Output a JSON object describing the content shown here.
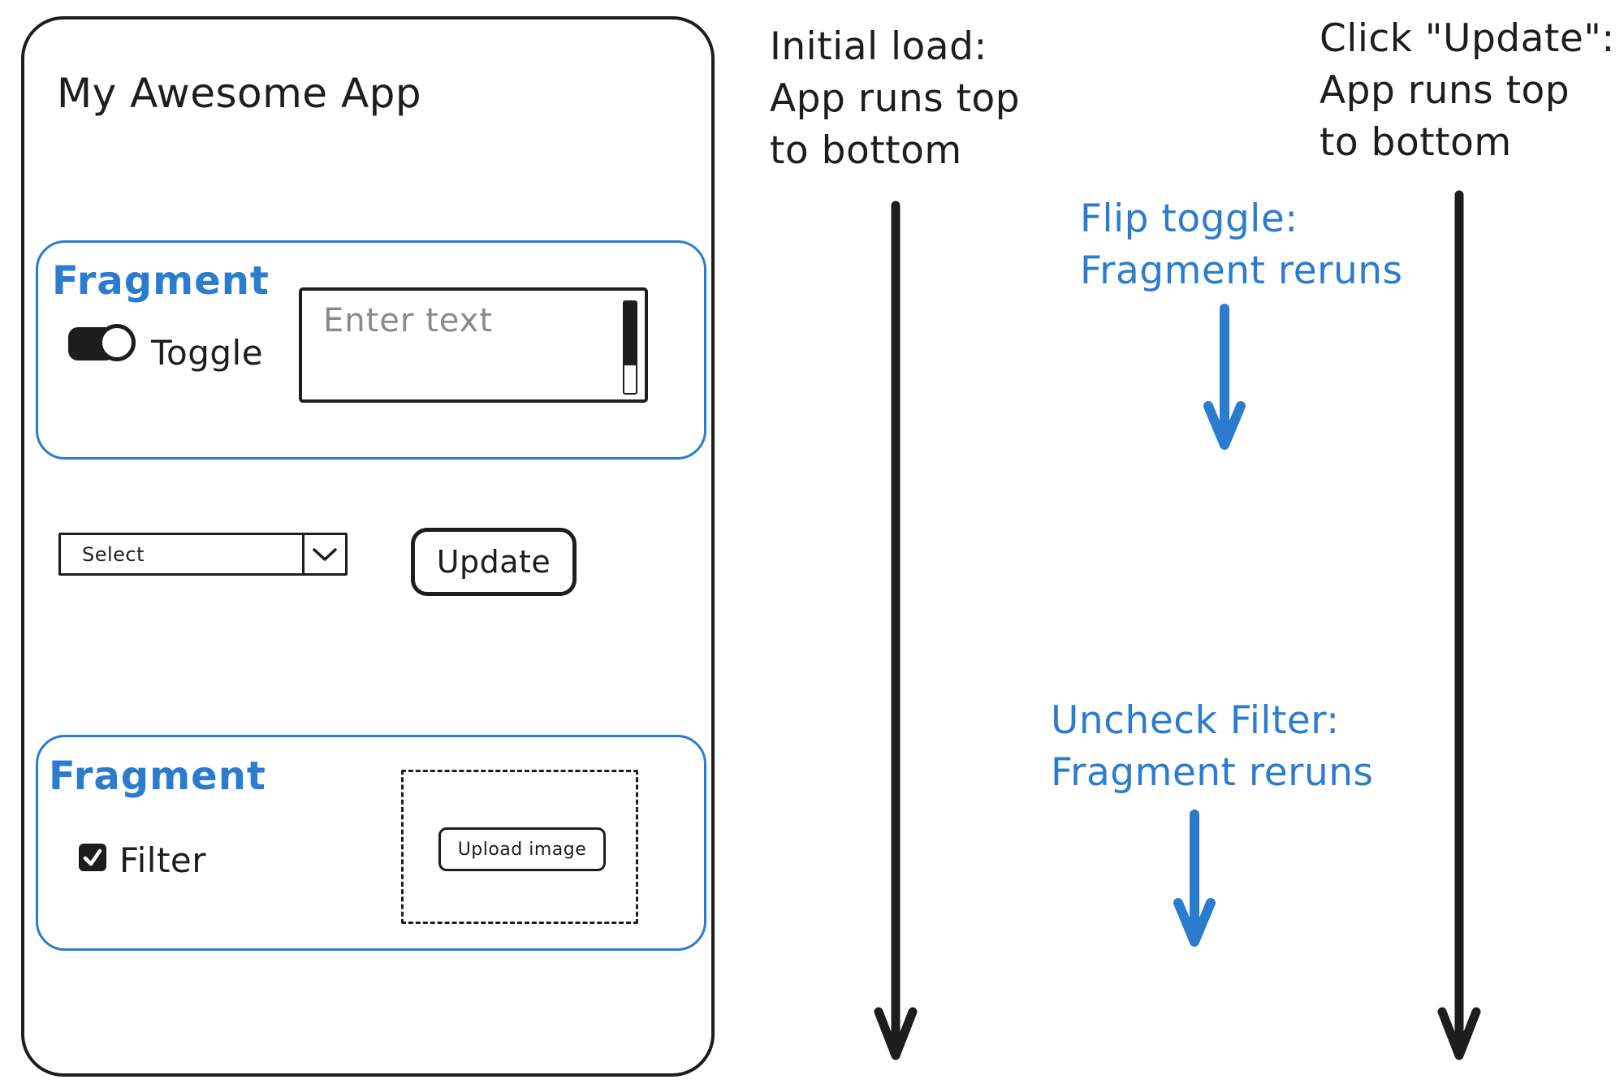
{
  "colors": {
    "ink": "#1d1d1d",
    "accent_blue": "#2b7bce",
    "placeholder_gray": "#8a8a8a",
    "background": "#ffffff"
  },
  "app_window": {
    "title": "My Awesome App",
    "fragment_top": {
      "label": "Fragment",
      "toggle": {
        "label": "Toggle",
        "state": "on"
      },
      "text_area": {
        "placeholder": "Enter text",
        "value": ""
      }
    },
    "select": {
      "value": "Select"
    },
    "update_button": {
      "label": "Update"
    },
    "fragment_bottom": {
      "label": "Fragment",
      "checkbox": {
        "label": "Filter",
        "state": "checked"
      },
      "upload_zone": {
        "button_label": "Upload image"
      }
    }
  },
  "annotations": {
    "initial_load": {
      "color": "#1d1d1d",
      "lines": [
        "Initial load:",
        "App runs top",
        "to bottom"
      ]
    },
    "click_update": {
      "color": "#1d1d1d",
      "lines": [
        "Click \"Update\":",
        "App runs top",
        "to bottom"
      ]
    },
    "flip_toggle": {
      "color": "#2b7bce",
      "lines": [
        "Flip toggle:",
        "Fragment reruns"
      ]
    },
    "uncheck_filter": {
      "color": "#2b7bce",
      "lines": [
        "Uncheck Filter:",
        "Fragment reruns"
      ]
    }
  }
}
